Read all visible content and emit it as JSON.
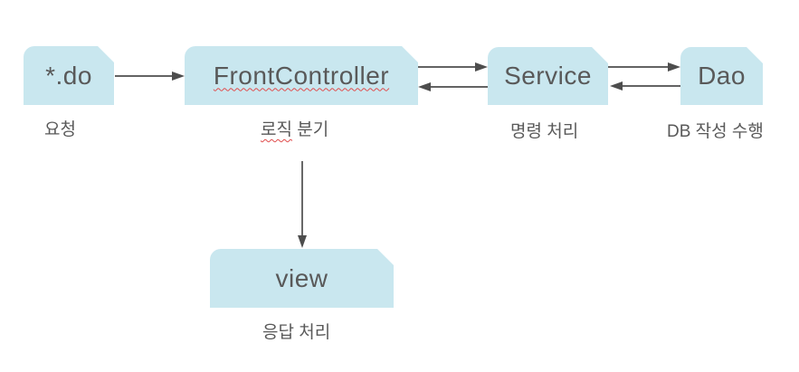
{
  "diagram": {
    "nodes": [
      {
        "id": "do",
        "label": "*.do",
        "caption": "요청"
      },
      {
        "id": "front-controller",
        "label": "FrontController",
        "label_spellcheck_underline": true,
        "caption_marked": "로직",
        "caption_rest": " 분기"
      },
      {
        "id": "service",
        "label": "Service",
        "caption": "명령 처리"
      },
      {
        "id": "dao",
        "label": "Dao",
        "caption": "DB 작성 수행"
      },
      {
        "id": "view",
        "label": "view",
        "caption": "응답 처리"
      }
    ],
    "edges": [
      {
        "from": "*.do",
        "to": "FrontController"
      },
      {
        "from": "FrontController",
        "to": "Service"
      },
      {
        "from": "Service",
        "to": "FrontController"
      },
      {
        "from": "Service",
        "to": "Dao"
      },
      {
        "from": "Dao",
        "to": "Service"
      },
      {
        "from": "FrontController",
        "to": "view"
      }
    ],
    "colors": {
      "node_fill": "#c9e7ef",
      "text": "#595959",
      "arrow": "#4d4d4d",
      "spellcheck_underline": "#e04c4c",
      "background": "#ffffff"
    }
  }
}
